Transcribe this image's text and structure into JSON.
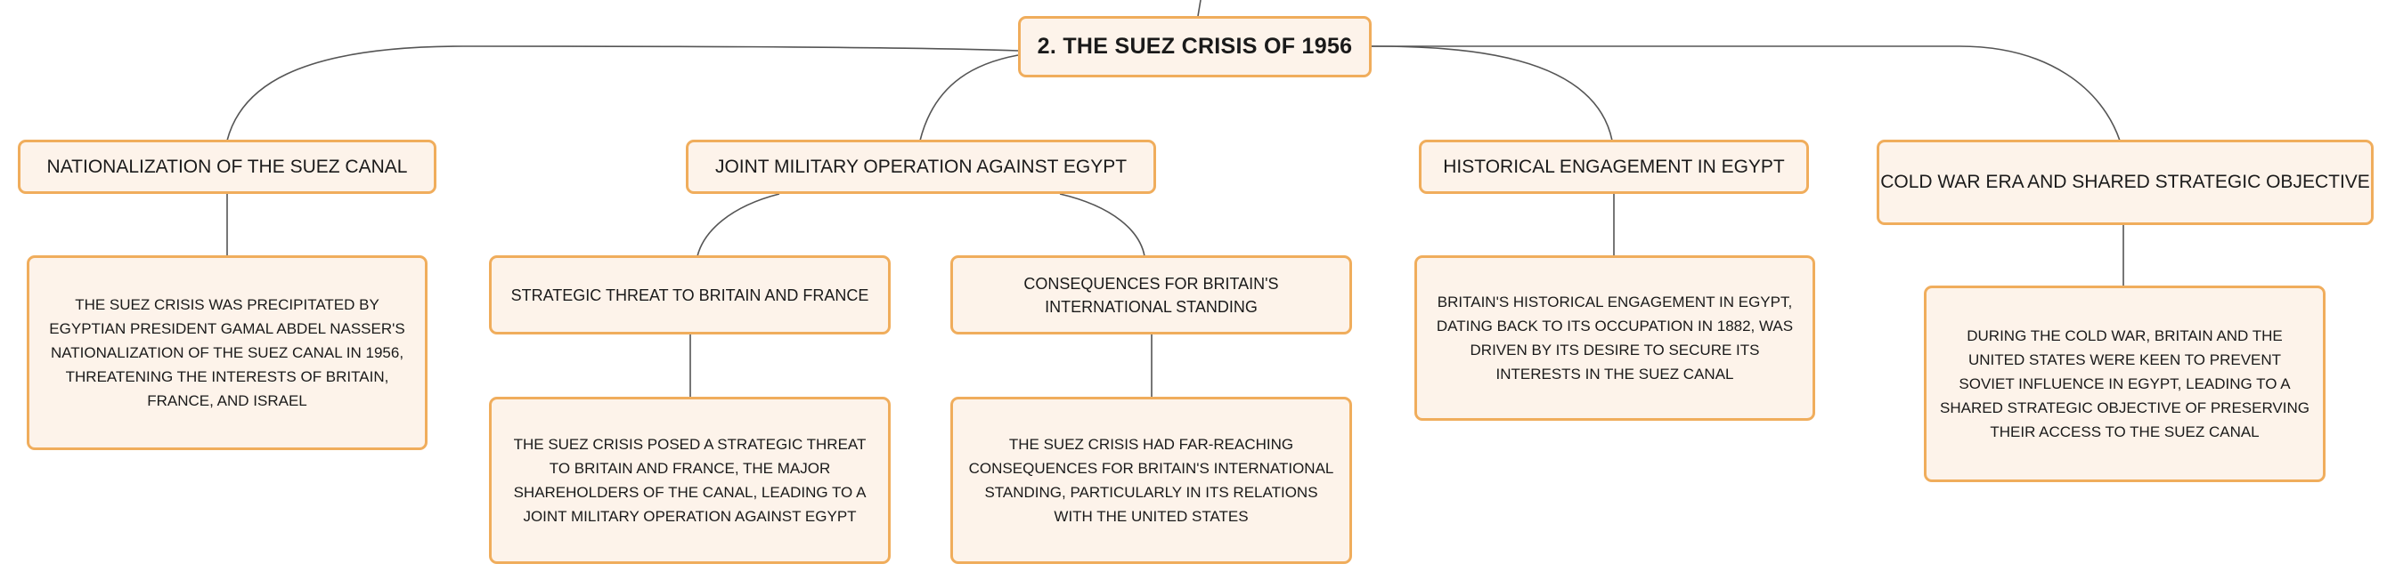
{
  "root": {
    "title": "2. THE SUEZ CRISIS OF 1956"
  },
  "branches": [
    {
      "title": "NATIONALIZATION OF THE SUEZ CANAL",
      "detail": "THE SUEZ CRISIS WAS PRECIPITATED BY EGYPTIAN PRESIDENT GAMAL ABDEL NASSER'S NATIONALIZATION OF THE SUEZ CANAL IN 1956, THREATENING THE INTERESTS OF BRITAIN, FRANCE, AND ISRAEL"
    },
    {
      "title": "JOINT MILITARY OPERATION AGAINST EGYPT",
      "children": [
        {
          "title": "STRATEGIC THREAT TO BRITAIN AND FRANCE",
          "detail": "THE SUEZ CRISIS POSED A STRATEGIC THREAT TO BRITAIN AND FRANCE, THE MAJOR SHAREHOLDERS OF THE CANAL, LEADING TO A JOINT MILITARY OPERATION AGAINST EGYPT"
        },
        {
          "title": "CONSEQUENCES FOR BRITAIN'S INTERNATIONAL STANDING",
          "detail": "THE SUEZ CRISIS HAD FAR-REACHING CONSEQUENCES FOR BRITAIN'S INTERNATIONAL STANDING, PARTICULARLY IN ITS RELATIONS WITH THE UNITED STATES"
        }
      ]
    },
    {
      "title": "HISTORICAL ENGAGEMENT IN EGYPT",
      "detail": "BRITAIN'S HISTORICAL ENGAGEMENT IN EGYPT, DATING BACK TO ITS OCCUPATION IN 1882, WAS DRIVEN BY ITS DESIRE TO SECURE ITS INTERESTS IN THE SUEZ CANAL"
    },
    {
      "title": "COLD WAR ERA AND SHARED STRATEGIC OBJECTIVE",
      "detail": "DURING THE COLD WAR, BRITAIN AND THE UNITED STATES WERE KEEN TO PREVENT SOVIET INFLUENCE IN EGYPT, LEADING TO A SHARED STRATEGIC OBJECTIVE OF PRESERVING THEIR ACCESS TO THE SUEZ CANAL"
    }
  ],
  "colors": {
    "border": "#f0ad5c",
    "fill": "#fdf3ea",
    "line": "#555555"
  }
}
